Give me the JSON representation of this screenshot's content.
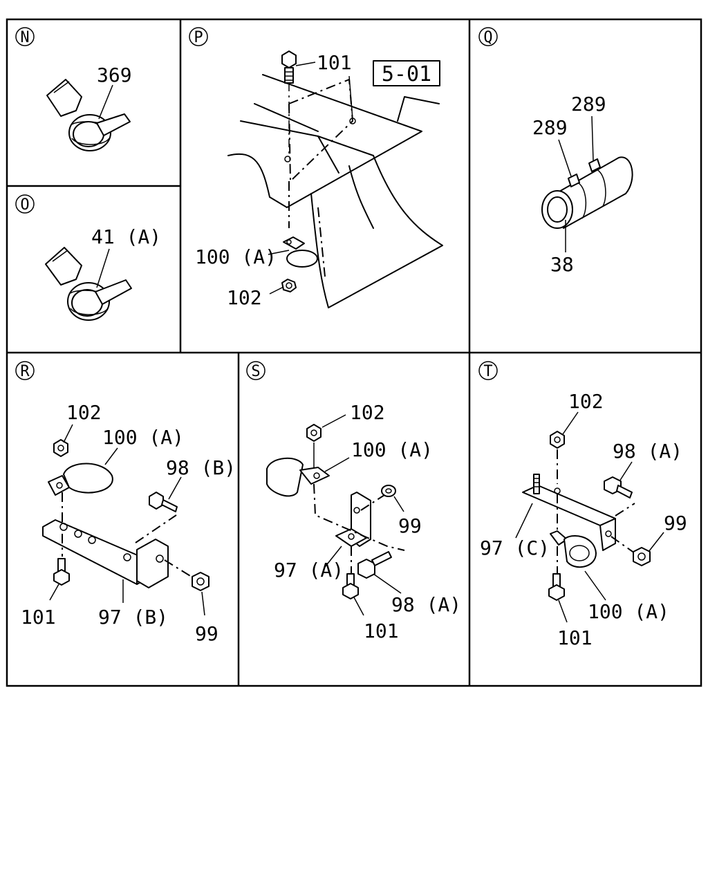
{
  "panels": [
    {
      "id": "N",
      "letter": "N",
      "callouts": [
        "369"
      ]
    },
    {
      "id": "O",
      "letter": "O",
      "callouts": [
        "41 (A)"
      ]
    },
    {
      "id": "P",
      "letter": "P",
      "callouts": [
        "101",
        "100 (A)",
        "102"
      ],
      "reference": "5-01"
    },
    {
      "id": "Q",
      "letter": "Q",
      "callouts": [
        "289",
        "289",
        "38"
      ]
    },
    {
      "id": "R",
      "letter": "R",
      "callouts": [
        "102",
        "100 (A)",
        "98 (B)",
        "101",
        "97 (B)",
        "99"
      ]
    },
    {
      "id": "S",
      "letter": "S",
      "callouts": [
        "102",
        "100 (A)",
        "99",
        "97 (A)",
        "98 (A)",
        "101"
      ]
    },
    {
      "id": "T",
      "letter": "T",
      "callouts": [
        "102",
        "98 (A)",
        "99",
        "97 (C)",
        "100 (A)",
        "101"
      ]
    }
  ]
}
